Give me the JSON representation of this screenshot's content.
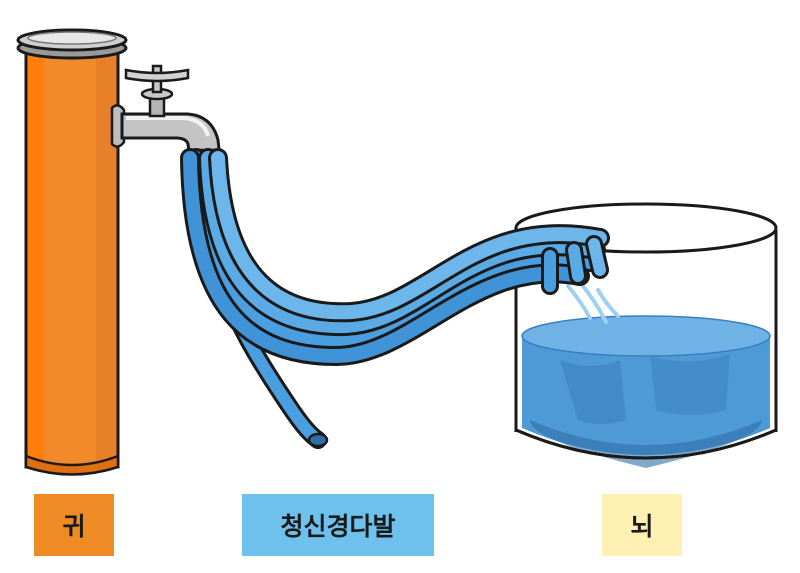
{
  "labels": {
    "ear": "귀",
    "nerve": "청신경다발",
    "brain": "뇌"
  },
  "colors": {
    "ear_box": "#F08A24",
    "nerve_box": "#6EC1EC",
    "brain_box": "#FFF0B3",
    "pipe": "#F2892B",
    "pipe_dark": "#E26F0F",
    "hose": "#4A9FE0",
    "hose_light": "#6CB6EC",
    "water": "#4E9AD6",
    "water_top": "#6FB3E6",
    "water_dark": "#3A7FBE"
  },
  "icons": {
    "pipe": "water-pipe-icon",
    "faucet": "faucet-icon",
    "hose": "hose-bundle-icon",
    "tank": "water-tank-icon"
  }
}
